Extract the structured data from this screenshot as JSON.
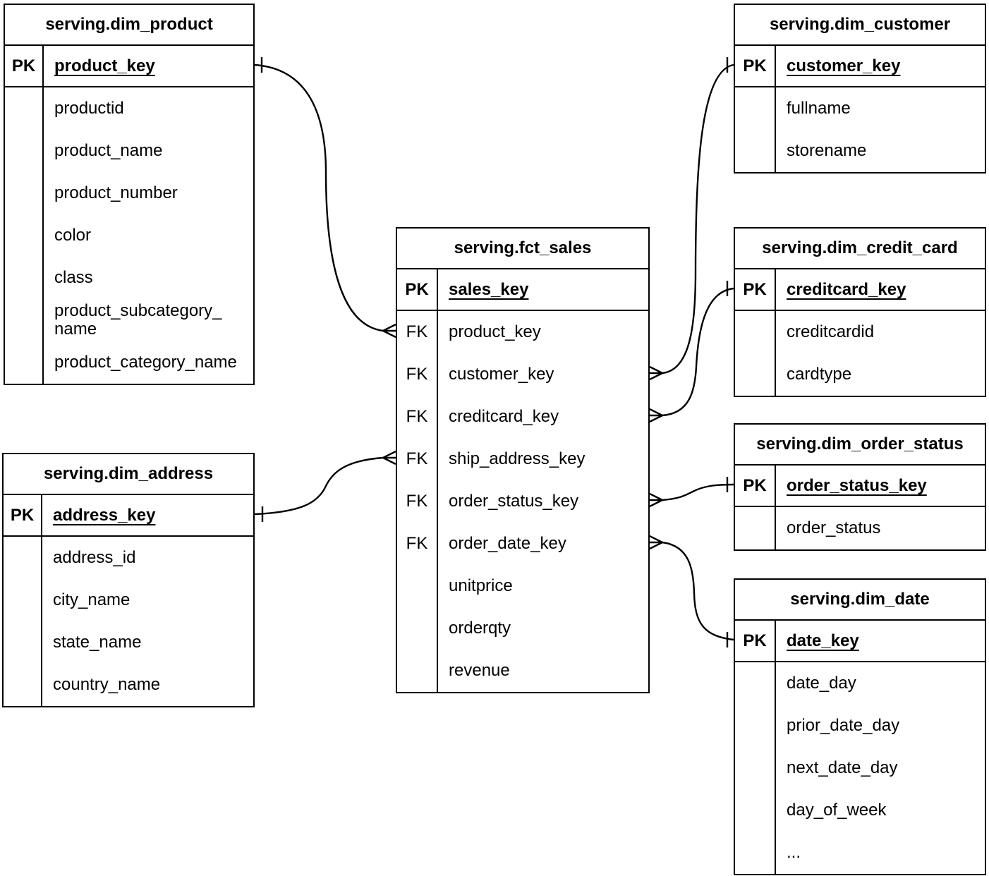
{
  "diagram": {
    "kind": "entity-relationship-star-schema",
    "background_color": "#ffffff",
    "line_color": "#000000",
    "tables": {
      "fct_sales": {
        "title": "serving.fct_sales",
        "pk_label": "PK",
        "pk_field": "sales_key",
        "attributes": [
          {
            "key": "FK",
            "name": "product_key"
          },
          {
            "key": "FK",
            "name": "customer_key"
          },
          {
            "key": "FK",
            "name": "creditcard_key"
          },
          {
            "key": "FK",
            "name": "ship_address_key"
          },
          {
            "key": "FK",
            "name": "order_status_key"
          },
          {
            "key": "FK",
            "name": "order_date_key"
          },
          {
            "key": "",
            "name": "unitprice"
          },
          {
            "key": "",
            "name": "orderqty"
          },
          {
            "key": "",
            "name": "revenue"
          }
        ]
      },
      "dim_product": {
        "title": "serving.dim_product",
        "pk_label": "PK",
        "pk_field": "product_key",
        "attributes": [
          {
            "key": "",
            "name": "productid"
          },
          {
            "key": "",
            "name": "product_name"
          },
          {
            "key": "",
            "name": "product_number"
          },
          {
            "key": "",
            "name": "color"
          },
          {
            "key": "",
            "name": "class"
          },
          {
            "key": "",
            "name": "product_subcategory_name"
          },
          {
            "key": "",
            "name": "product_category_name"
          }
        ]
      },
      "dim_customer": {
        "title": "serving.dim_customer",
        "pk_label": "PK",
        "pk_field": "customer_key",
        "attributes": [
          {
            "key": "",
            "name": "fullname"
          },
          {
            "key": "",
            "name": "storename"
          }
        ]
      },
      "dim_credit_card": {
        "title": "serving.dim_credit_card",
        "pk_label": "PK",
        "pk_field": "creditcard_key",
        "attributes": [
          {
            "key": "",
            "name": "creditcardid"
          },
          {
            "key": "",
            "name": "cardtype"
          }
        ]
      },
      "dim_order_status": {
        "title": "serving.dim_order_status",
        "pk_label": "PK",
        "pk_field": "order_status_key",
        "attributes": [
          {
            "key": "",
            "name": "order_status"
          }
        ]
      },
      "dim_date": {
        "title": "serving.dim_date",
        "pk_label": "PK",
        "pk_field": "date_key",
        "attributes": [
          {
            "key": "",
            "name": "date_day"
          },
          {
            "key": "",
            "name": "prior_date_day"
          },
          {
            "key": "",
            "name": "next_date_day"
          },
          {
            "key": "",
            "name": "day_of_week"
          },
          {
            "key": "",
            "name": "..."
          }
        ]
      },
      "dim_address": {
        "title": "serving.dim_address",
        "pk_label": "PK",
        "pk_field": "address_key",
        "attributes": [
          {
            "key": "",
            "name": "address_id"
          },
          {
            "key": "",
            "name": "city_name"
          },
          {
            "key": "",
            "name": "state_name"
          },
          {
            "key": "",
            "name": "country_name"
          }
        ]
      }
    },
    "relationships": [
      {
        "many_side": "serving.fct_sales.product_key",
        "one_side": "serving.dim_product.product_key",
        "many_marker": "crow-foot",
        "one_marker": "single-tick"
      },
      {
        "many_side": "serving.fct_sales.ship_address_key",
        "one_side": "serving.dim_address.address_key",
        "many_marker": "crow-foot",
        "one_marker": "single-tick"
      },
      {
        "many_side": "serving.fct_sales.customer_key",
        "one_side": "serving.dim_customer.customer_key",
        "many_marker": "crow-foot",
        "one_marker": "single-tick"
      },
      {
        "many_side": "serving.fct_sales.creditcard_key",
        "one_side": "serving.dim_credit_card.creditcard_key",
        "many_marker": "crow-foot",
        "one_marker": "single-tick"
      },
      {
        "many_side": "serving.fct_sales.order_status_key",
        "one_side": "serving.dim_order_status.order_status_key",
        "many_marker": "crow-foot",
        "one_marker": "single-tick"
      },
      {
        "many_side": "serving.fct_sales.order_date_key",
        "one_side": "serving.dim_date.date_key",
        "many_marker": "crow-foot",
        "one_marker": "single-tick"
      }
    ]
  }
}
